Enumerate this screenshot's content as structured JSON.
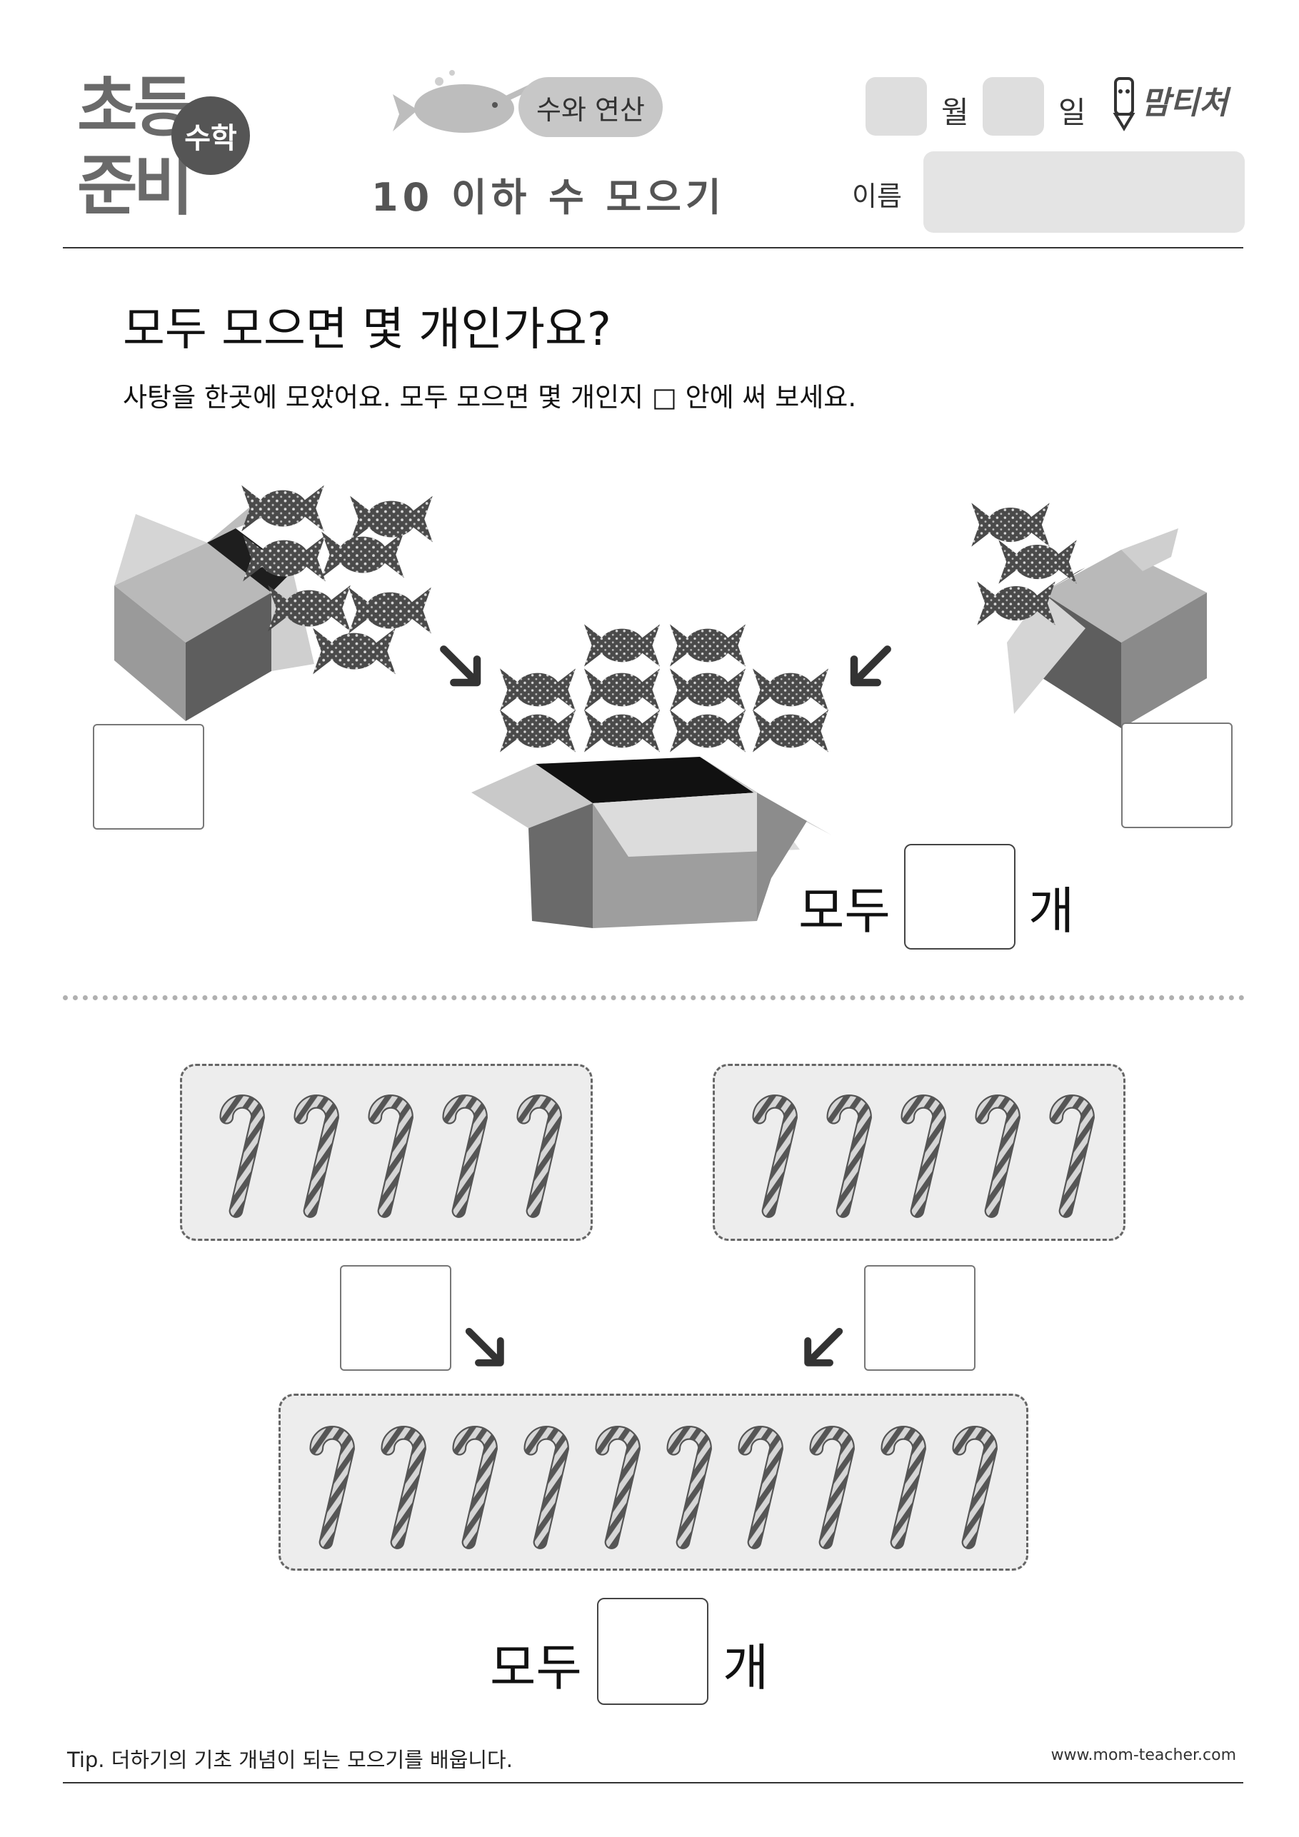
{
  "header": {
    "logo_line1": "초등",
    "logo_line2": "준비",
    "logo_badge": "수학",
    "topic_pill": "수와 연산",
    "subtitle": "10 이하 수 모으기",
    "month_label": "월",
    "day_label": "일",
    "name_label": "이름",
    "brand": "맘티처"
  },
  "question": {
    "title": "모두 모으면 몇 개인가요?",
    "instruction": "사탕을 한곳에 모았어요. 모두 모으면 몇 개인지 □ 안에 써 보세요."
  },
  "problem1": {
    "left_count": 7,
    "right_count": 3,
    "total_count": 10,
    "total_prefix": "모두",
    "total_suffix": "개"
  },
  "problem2": {
    "left_count": 5,
    "right_count": 5,
    "total_count": 10,
    "total_prefix": "모두",
    "total_suffix": "개"
  },
  "footer": {
    "tip": "Tip. 더하기의 기초 개념이 되는 모으기를 배웁니다.",
    "url": "www.mom-teacher.com"
  },
  "colors": {
    "candy": "#4a4a4a",
    "box_light": "#cfcfcf",
    "box_dark": "#6a6a6a",
    "panel_bg": "#ededed"
  }
}
